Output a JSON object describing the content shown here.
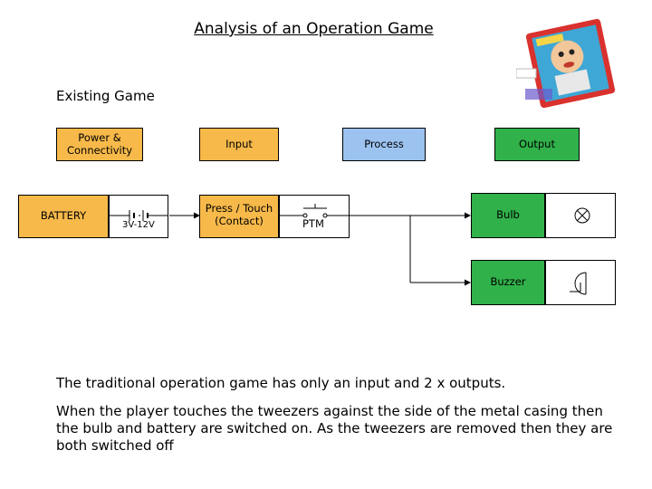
{
  "title": "Analysis of an Operation Game",
  "subtitle": "Existing Game",
  "headers": {
    "power": "Power & Connectivity",
    "input": "Input",
    "process": "Process",
    "output": "Output"
  },
  "blocks": {
    "battery_label": "BATTERY",
    "battery_voltage": "3V-12V",
    "input_label": "Press / Touch (Contact)",
    "switch_label": "PTM",
    "bulb_label": "Bulb",
    "buzzer_label": "Buzzer"
  },
  "text": {
    "para1": "The traditional operation game has only an input and 2 x outputs.",
    "para2": "When the player touches the tweezers against the side of the metal casing then the bulb and battery are switched on. As the tweezers are removed then they are both switched off"
  },
  "colors": {
    "orange": "#f7b94a",
    "green": "#30b14a",
    "blue": "#9cc2f0"
  },
  "icons": [
    "battery-symbol-icon",
    "push-switch-symbol-icon",
    "lamp-symbol-icon",
    "buzzer-symbol-icon",
    "operation-game-box-image"
  ]
}
